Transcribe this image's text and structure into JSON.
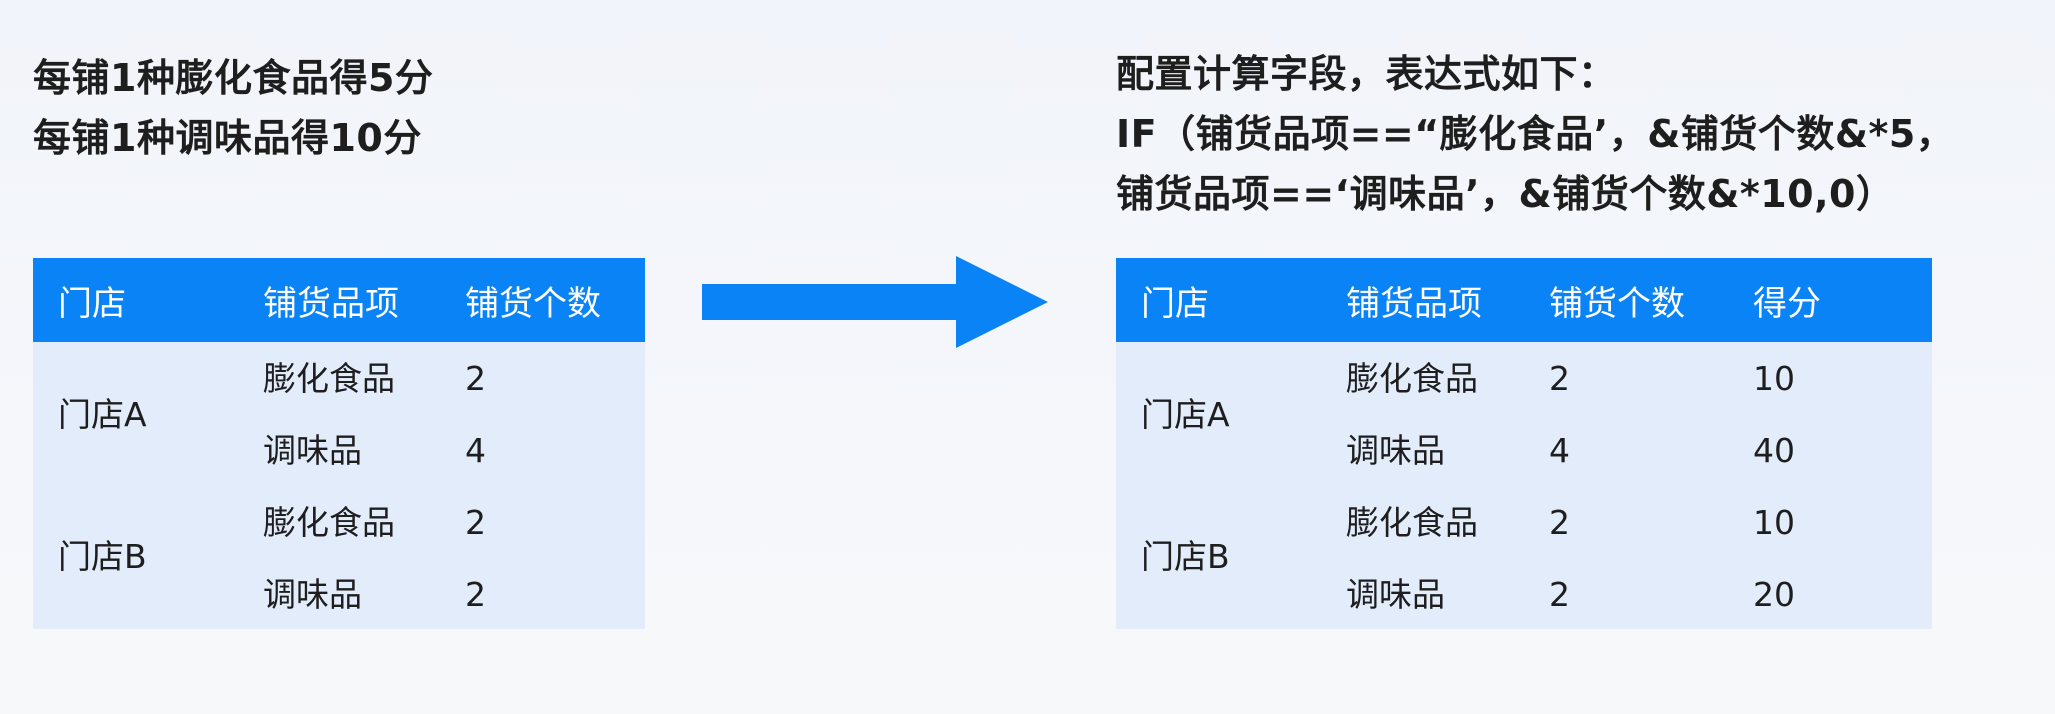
{
  "rules": [
    "每铺1种膨化食品得5分",
    "每铺1种调味品得10分"
  ],
  "formula": [
    "配置计算字段，表达式如下：",
    "IF（铺货品项==“膨化食品’，&铺货个数&*5，",
    "铺货品项==‘调味品’，&铺货个数&*10,0）"
  ],
  "left_table": {
    "headers": [
      "门店",
      "铺货品项",
      "铺货个数"
    ],
    "stores": [
      "门店A",
      "门店B"
    ],
    "rows": [
      [
        "膨化食品",
        "2"
      ],
      [
        "调味品",
        "4"
      ],
      [
        "膨化食品",
        "2"
      ],
      [
        "调味品",
        "2"
      ]
    ]
  },
  "right_table": {
    "headers": [
      "门店",
      "铺货品项",
      "铺货个数",
      "得分"
    ],
    "stores": [
      "门店A",
      "门店B"
    ],
    "rows": [
      [
        "膨化食品",
        "2",
        "10"
      ],
      [
        "调味品",
        "4",
        "40"
      ],
      [
        "膨化食品",
        "2",
        "10"
      ],
      [
        "调味品",
        "2",
        "20"
      ]
    ]
  },
  "colors": {
    "header_bg": "#0a83f6",
    "table_bg": "#e2ecfb",
    "arrow": "#0a83f6"
  }
}
